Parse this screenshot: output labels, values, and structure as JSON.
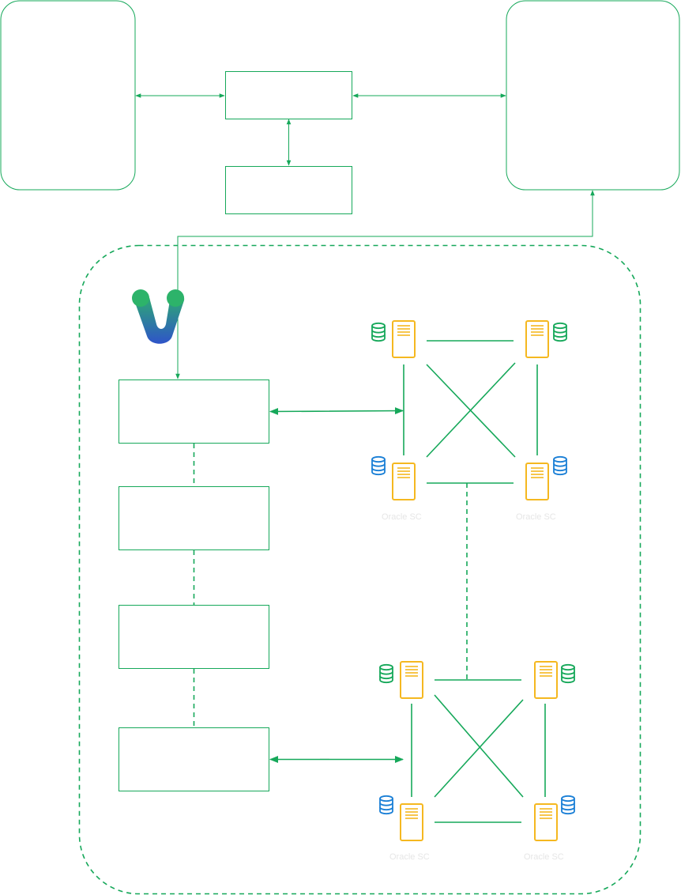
{
  "colors": {
    "line": "#16a85a",
    "server": "#f5b820",
    "db_green": "#16a85a",
    "db_blue": "#1a7fd6",
    "logo_top": "#2db36a",
    "logo_bottom": "#2f54c9",
    "faint_text": "#e6e6e6"
  },
  "icons": {
    "logo": "v-logo-icon",
    "server": "server-icon",
    "database": "database-icon"
  },
  "cluster_top": {
    "label_left": "Oracle SC",
    "label_right": "Oracle SC",
    "link_label": "——"
  },
  "cluster_bottom": {
    "label_left": "Oracle SC",
    "label_right": "Oracle SC",
    "link_label": "——"
  }
}
